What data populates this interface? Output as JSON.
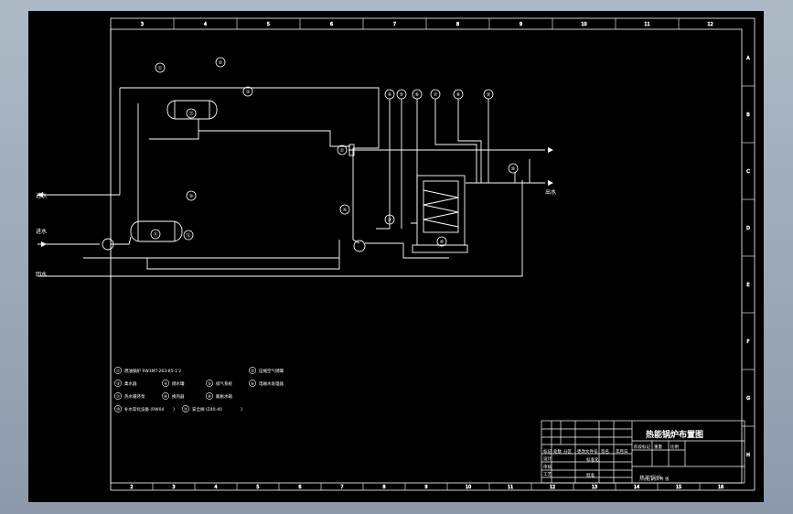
{
  "colors": {
    "background_outer": "#9aa6b6",
    "drawing_background": "#000000",
    "line_color": "#ffffff"
  },
  "border": {
    "top_numbers": [
      "3",
      "4",
      "5",
      "6",
      "7",
      "8",
      "9",
      "10",
      "11",
      "12"
    ],
    "bottom_numbers": [
      "2",
      "3",
      "4",
      "5",
      "6",
      "7",
      "8",
      "9",
      "10",
      "11",
      "12",
      "13",
      "14",
      "15",
      "16"
    ],
    "right_letters": [
      "A",
      "B",
      "C",
      "D",
      "E",
      "F",
      "G",
      "H"
    ]
  },
  "diagram": {
    "inlet_labels": [
      "进水",
      "回水"
    ],
    "outlet_label": "出水",
    "instrument_symbols": [
      "①",
      "②",
      "③",
      "④",
      "⑤",
      "⑥",
      "⑦",
      "⑧",
      "⑨",
      "⑩",
      "⑪",
      "⑫",
      "⑬"
    ]
  },
  "legend": {
    "items": [
      {
        "num": "①",
        "text": "燃油锅炉 RW3MT-263-85-1'2"
      },
      {
        "num": "②",
        "text": "压缩空气储罐"
      },
      {
        "num": "③",
        "text": "集水器"
      },
      {
        "num": "④",
        "text": "储水罐"
      },
      {
        "num": "⑤",
        "text": "排气系统"
      },
      {
        "num": "⑥",
        "text": "电磁水处理器"
      },
      {
        "num": "⑦",
        "text": "热水循环泵"
      },
      {
        "num": "⑧",
        "text": "换热器"
      },
      {
        "num": "⑨",
        "text": "膨胀水箱"
      },
      {
        "num": "⑩",
        "text": "补水软化设备 (RW04"
      },
      {
        "num": "⑪",
        "text": "安全阀 (Z40-40"
      }
    ],
    "bracket_suffix": ")"
  },
  "title_block": {
    "drawing_title": "热能锅炉布置图",
    "subtitle": "热能锅炉",
    "header_cells": [
      "标记",
      "处数",
      "分区",
      "更改文件号",
      "签名",
      "年月日"
    ],
    "stage_cells": [
      "阶段标记",
      "重量",
      "比例"
    ],
    "row_labels": [
      "设计",
      "审核",
      "工艺"
    ],
    "extra_labels": [
      "标准化",
      "批准"
    ],
    "sheet_info": "共 张"
  }
}
